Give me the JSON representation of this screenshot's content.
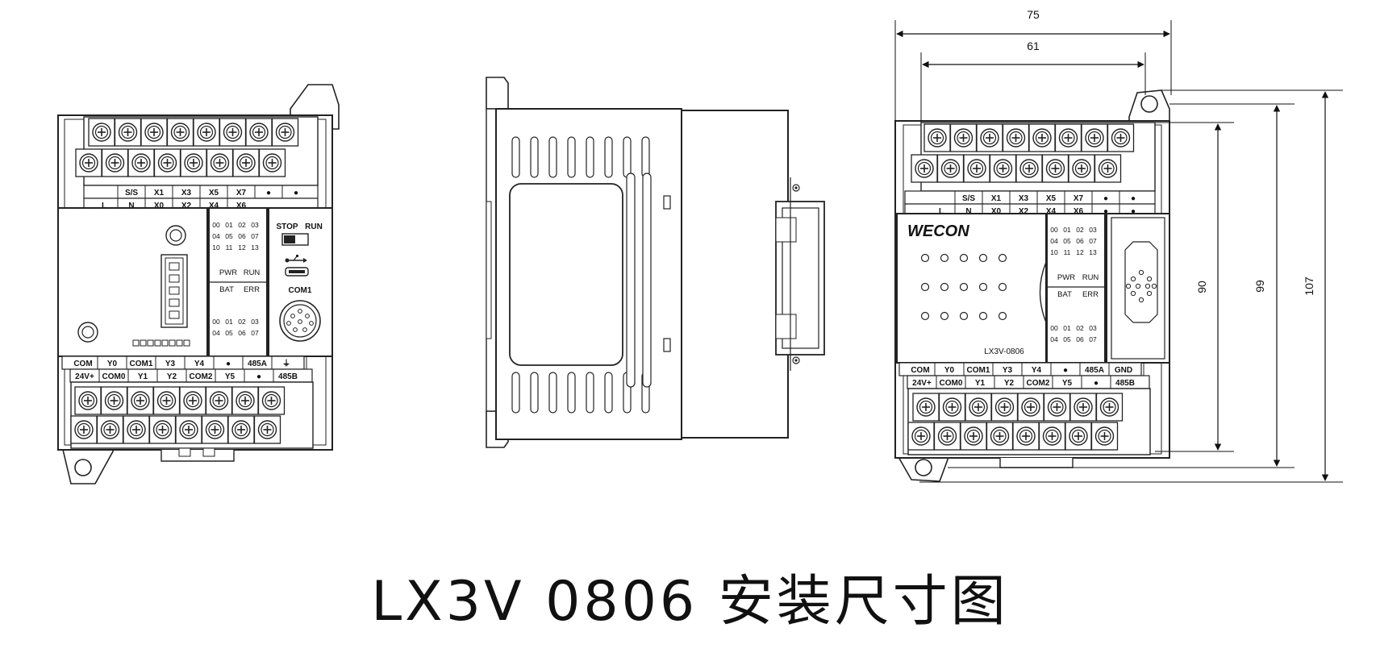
{
  "caption": "LX3V 0806 安装尺寸图",
  "front_view": {
    "top_row_a": [
      "",
      "S/S",
      "X1",
      "X3",
      "X5",
      "X7",
      "●",
      "●"
    ],
    "top_row_b": [
      "L",
      "N",
      "X0",
      "X2",
      "X4",
      "X6"
    ],
    "bottom_row_a": [
      "COM",
      "Y0",
      "COM1",
      "Y3",
      "Y4",
      "●",
      "485A",
      "⏚"
    ],
    "bottom_row_b": [
      "24V+",
      "COM0",
      "Y1",
      "Y2",
      "COM2",
      "Y5",
      "●",
      "485B"
    ],
    "led_inputs_row1": [
      "00",
      "01",
      "02",
      "03"
    ],
    "led_inputs_row2": [
      "04",
      "05",
      "06",
      "07"
    ],
    "led_inputs_row3": [
      "10",
      "11",
      "12",
      "13"
    ],
    "status_row1": [
      "PWR",
      "RUN"
    ],
    "status_row2": [
      "BAT",
      "ERR"
    ],
    "led_outputs_row1": [
      "00",
      "01",
      "02",
      "03"
    ],
    "led_outputs_row2": [
      "04",
      "05",
      "06",
      "07"
    ],
    "switch_labels": [
      "STOP",
      "RUN"
    ],
    "com_label": "COM1"
  },
  "right_view": {
    "brand": "WECON",
    "model": "LX3V-0806",
    "top_row_a": [
      "",
      "S/S",
      "X1",
      "X3",
      "X5",
      "X7",
      "●",
      "●"
    ],
    "top_row_b": [
      "L",
      "N",
      "X0",
      "X2",
      "X4",
      "X6",
      "●",
      "●"
    ],
    "bottom_row_a": [
      "COM",
      "Y0",
      "COM1",
      "Y3",
      "Y4",
      "●",
      "485A",
      "GND"
    ],
    "bottom_row_b": [
      "24V+",
      "COM0",
      "Y1",
      "Y2",
      "COM2",
      "Y5",
      "●",
      "485B"
    ],
    "led_inputs_row1": [
      "00",
      "01",
      "02",
      "03"
    ],
    "led_inputs_row2": [
      "04",
      "05",
      "06",
      "07"
    ],
    "led_inputs_row3": [
      "10",
      "11",
      "12",
      "13"
    ],
    "status_row1": [
      "PWR",
      "RUN"
    ],
    "status_row2": [
      "BAT",
      "ERR"
    ],
    "led_outputs_row1": [
      "00",
      "01",
      "02",
      "03"
    ],
    "led_outputs_row2": [
      "04",
      "05",
      "06",
      "07"
    ]
  },
  "dimensions": {
    "width_outer": "75",
    "width_inner": "61",
    "height_inner": "90",
    "height_mid": "99",
    "height_outer": "107"
  }
}
